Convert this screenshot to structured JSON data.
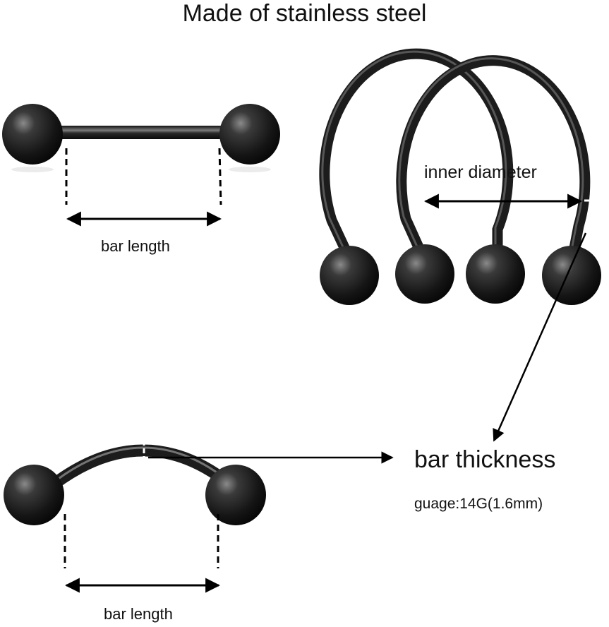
{
  "title": "Made of stainless steel",
  "labels": {
    "bar_length_straight": "bar length",
    "bar_length_curved": "bar length",
    "inner_diameter": "inner diameter",
    "bar_thickness": "bar thickness",
    "gauge": "guage:14G(1.6mm)"
  },
  "colors": {
    "jewelry": "#1a1a1a",
    "highlight": "#9a9a9a",
    "annotation": "#000000",
    "background": "#ffffff"
  }
}
